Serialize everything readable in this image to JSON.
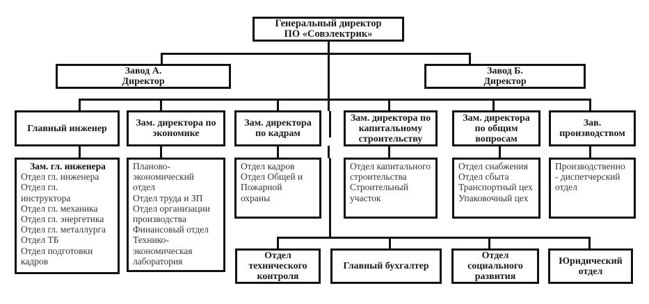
{
  "chart_data": {
    "type": "org-chart",
    "title": "Генеральный директор ПО «Совэлектрик»"
  },
  "root": {
    "line1": "Генеральный директор",
    "line2": "ПО «Совэлектрик»"
  },
  "plants": [
    {
      "line1": "Завод А.",
      "line2": "Директор"
    },
    {
      "line1": "Завод Б.",
      "line2": "Директор"
    }
  ],
  "deputies": [
    {
      "lines": [
        "Главный инженер"
      ]
    },
    {
      "lines": [
        "Зам. директора по",
        "экономике"
      ]
    },
    {
      "lines": [
        "Зам. директора",
        "по кадрам"
      ]
    },
    {
      "lines": [
        "Зам. директора по",
        "капитальному",
        "строительству"
      ]
    },
    {
      "lines": [
        "Зам. директора",
        "по общим",
        "вопросам"
      ]
    },
    {
      "lines": [
        "Зав.",
        "производством"
      ]
    }
  ],
  "departments": [
    {
      "head": "Зам. гл. инженера",
      "items": [
        "Отдел гл. инженера",
        "Отдел гл.",
        "инструктора",
        "Отдел гл. механика",
        "Отдел гл. энергетика",
        "Отдел гл. металлурга",
        "Отдел ТБ",
        "Отдел подготовки",
        "кадров"
      ]
    },
    {
      "items": [
        "Планово-",
        "экономический",
        "отдел",
        "Отдел труда и ЗП",
        "Отдел организации",
        "производства",
        "Финансовый отдел",
        "Технико-",
        "экономическая",
        "лаборатория"
      ]
    },
    {
      "items": [
        "Отдел кадров",
        "Отдел Общей и",
        "Пожарной",
        "охраны"
      ]
    },
    {
      "items": [
        "Отдел капитального",
        "строительства",
        "Строительный",
        "участок"
      ]
    },
    {
      "items": [
        "Отдел снабжения",
        "Отдел сбыта",
        "Транспортный цех",
        "Упаковочный цех"
      ]
    },
    {
      "items": [
        "Производственно",
        "- диспетчерский",
        "отдел"
      ]
    }
  ],
  "bottom": [
    {
      "lines": [
        "Отдел",
        "технического",
        "контроля"
      ]
    },
    {
      "lines": [
        "Главный бухгалтер"
      ]
    },
    {
      "lines": [
        "Отдел",
        "социального",
        "развития"
      ]
    },
    {
      "lines": [
        "Юридический",
        "отдел"
      ]
    }
  ]
}
